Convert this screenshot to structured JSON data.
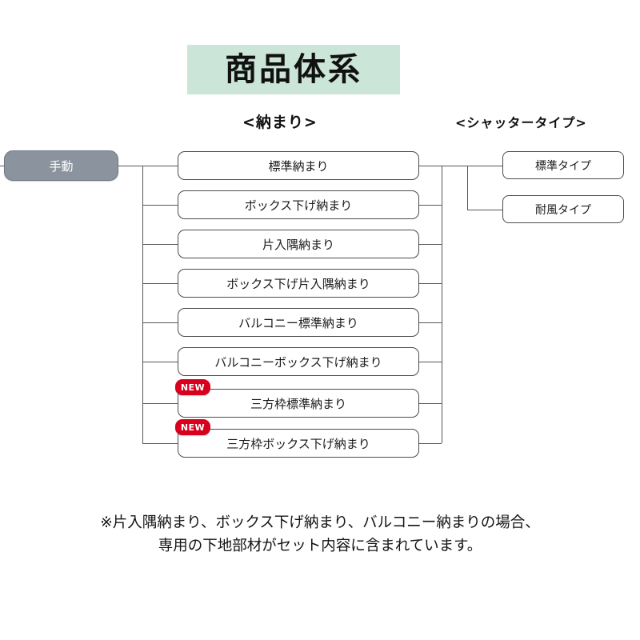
{
  "title": {
    "text": "商品体系",
    "background_color": "#cbe5d8"
  },
  "columns": {
    "nawari_header": "<納まり>",
    "shutter_header": "<シャッタータイプ>"
  },
  "root": {
    "label": "手動",
    "background_color": "#8a939e",
    "text_color": "#ffffff"
  },
  "badge": {
    "label": "NEW",
    "color": "#d7001d"
  },
  "nawari_items": [
    {
      "label": "標準納まり",
      "is_new": false
    },
    {
      "label": "ボックス下げ納まり",
      "is_new": false
    },
    {
      "label": "片入隅納まり",
      "is_new": false
    },
    {
      "label": "ボックス下げ片入隅納まり",
      "is_new": false
    },
    {
      "label": "バルコニー標準納まり",
      "is_new": false
    },
    {
      "label": "バルコニーボックス下げ納まり",
      "is_new": false
    },
    {
      "label": "三方枠標準納まり",
      "is_new": true
    },
    {
      "label": "三方枠ボックス下げ納まり",
      "is_new": true
    }
  ],
  "shutter_items": [
    {
      "label": "標準タイプ"
    },
    {
      "label": "耐風タイプ"
    }
  ],
  "footnote": {
    "line1": "※片入隅納まり、ボックス下げ納まり、バルコニー納まりの場合、",
    "line2": "専用の下地部材がセット内容に含まれています。"
  }
}
